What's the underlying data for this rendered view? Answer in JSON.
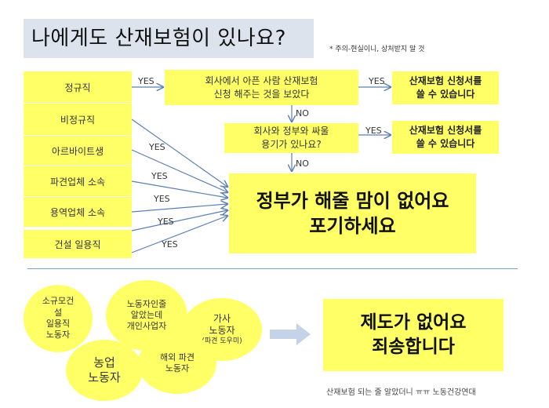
{
  "title": "나에게도 산재보험이 있나요?",
  "note": "* 주의-현실이니, 상처받지 말 것",
  "left_boxes": [
    "정규직",
    "비정규직",
    "아르바이트생",
    "파견업체 소속",
    "용역업체 소속",
    "건설 일용직"
  ],
  "q1": [
    "회사에서 아픈 사람 산재보험",
    "신청 해주는 것을 보았다"
  ],
  "q2": [
    "회사와 정부와 싸울",
    "용기가 있나요?"
  ],
  "result_yes1": [
    "산재보험 신청서를",
    "쓸 수 있습니다"
  ],
  "result_yes2": [
    "산재보험 신청서를",
    "쓸 수 있습니다"
  ],
  "result_big": [
    "정부가 해줄 맘이 없어요",
    "포기하세요"
  ],
  "labels": {
    "yes": "YES",
    "no": "NO"
  },
  "ovals": {
    "small_biz": [
      "소규모건",
      "설",
      "일용직",
      "노동자"
    ],
    "self_employed": [
      "노동자인줄",
      "알았는데",
      "개인사업자"
    ],
    "domestic": [
      "가사",
      "노동자",
      "(파견 도우미)"
    ],
    "farm": [
      "농업",
      "노동자"
    ],
    "overseas": [
      "해외 파견",
      "노동자"
    ]
  },
  "bottom_result": [
    "제도가 없어요",
    "죄송합니다"
  ],
  "footer": "산재보험 되는 줄 알았더니 ㅠㅠ    노동건강연대",
  "colors": {
    "box": "#ffff66",
    "arrow": "#5b7fb5",
    "title_bg": "#dde3ec"
  }
}
